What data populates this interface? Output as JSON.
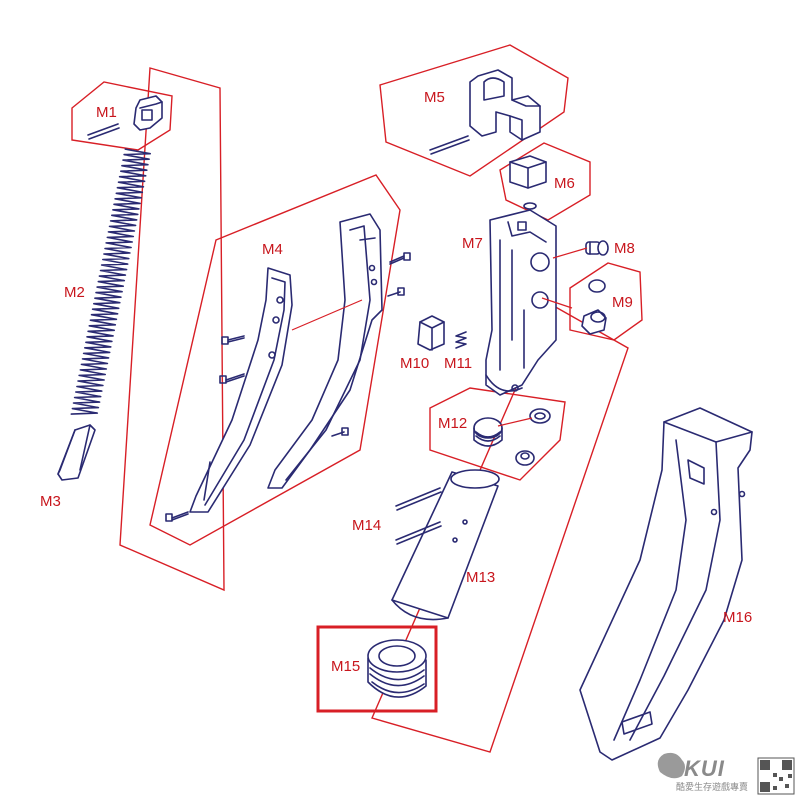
{
  "labels": {
    "m1": "M1",
    "m2": "M2",
    "m3": "M3",
    "m4": "M4",
    "m5": "M5",
    "m6": "M6",
    "m7": "M7",
    "m8": "M8",
    "m9": "M9",
    "m10": "M10",
    "m11": "M11",
    "m12": "M12",
    "m13": "M13",
    "m14": "M14",
    "m15": "M15",
    "m16": "M16"
  },
  "highlighted_part": "M15",
  "brand": {
    "name": "KUI",
    "tagline": "酷愛生存遊戲專賣"
  },
  "colors": {
    "line_art": "#2a2a72",
    "label": "#c8161d",
    "frame": "#d81f26",
    "brand": "#8a8a8a"
  }
}
